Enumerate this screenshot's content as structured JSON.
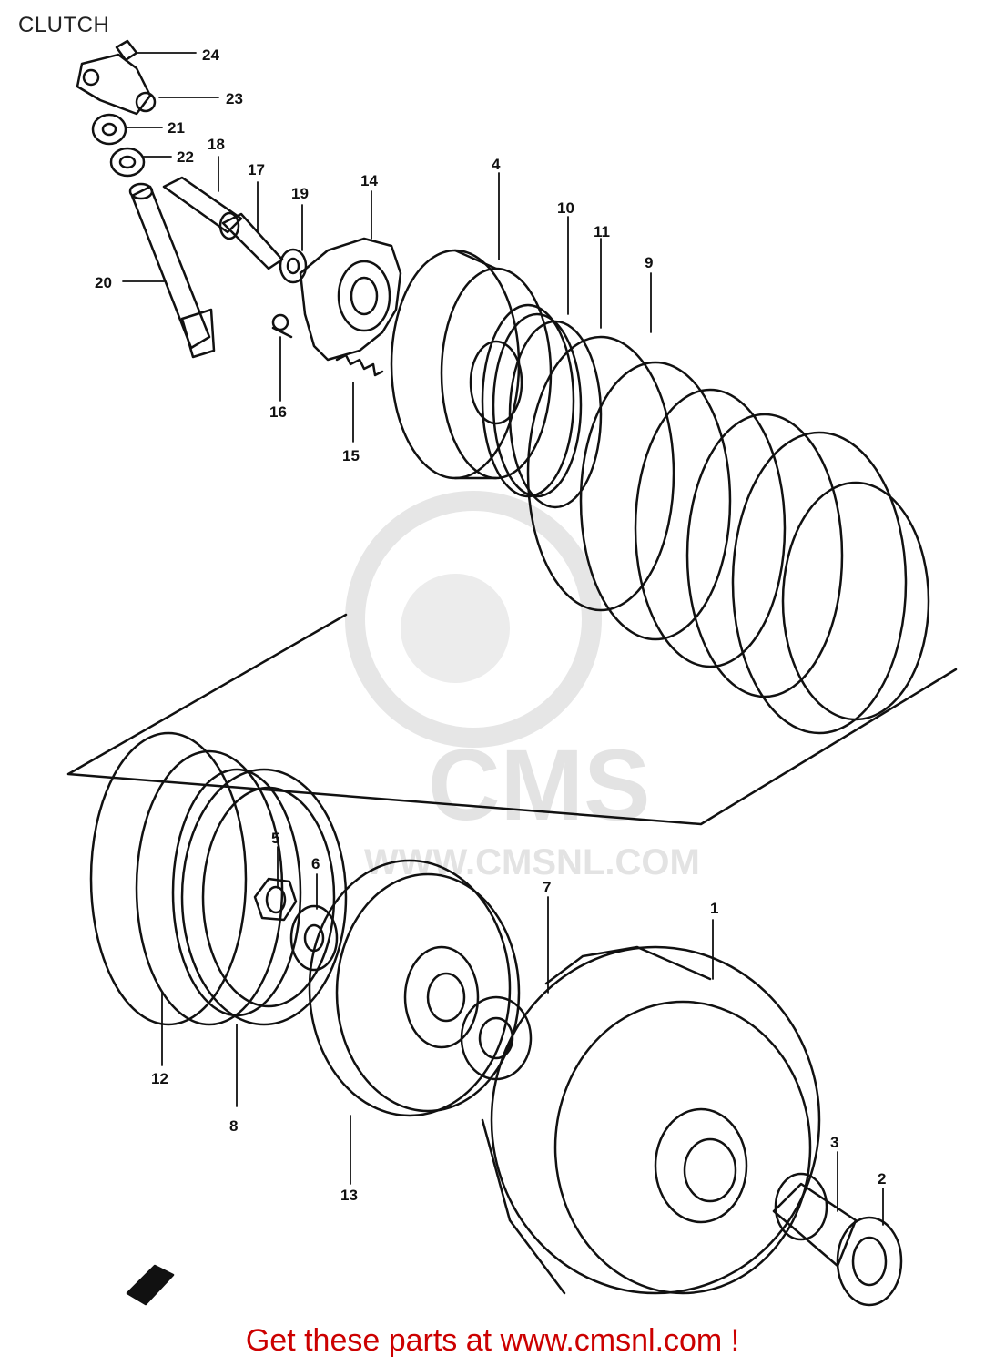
{
  "title": "CLUTCH",
  "footer": "Get these parts at www.cmsnl.com !",
  "watermark": {
    "logo_text": "CMS",
    "url_text": "WWW.CMSNL.COM"
  },
  "callouts": [
    "1",
    "2",
    "3",
    "4",
    "5",
    "6",
    "7",
    "8",
    "9",
    "10",
    "11",
    "12",
    "13",
    "14",
    "15",
    "16",
    "17",
    "18",
    "19",
    "20",
    "21",
    "22",
    "23",
    "24"
  ],
  "colors": {
    "line": "#111111",
    "footer": "#cc0000",
    "watermark": "#e3e3e3"
  }
}
